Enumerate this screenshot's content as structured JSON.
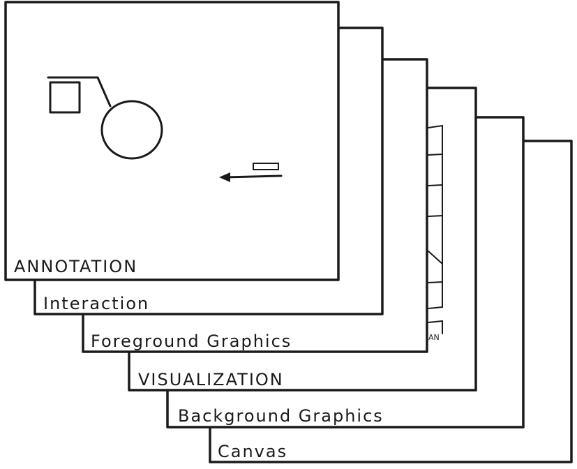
{
  "layers": [
    {
      "label": "Canvas"
    },
    {
      "label": "Background Graphics"
    },
    {
      "label": "VISUALIZATION"
    },
    {
      "label": "Foreground Graphics"
    },
    {
      "label": "Interaction"
    },
    {
      "label": "ANNOTATION"
    }
  ],
  "peek_label": "AN",
  "colors": {
    "ink": "#1a1a1a",
    "paper": "#ffffff"
  }
}
